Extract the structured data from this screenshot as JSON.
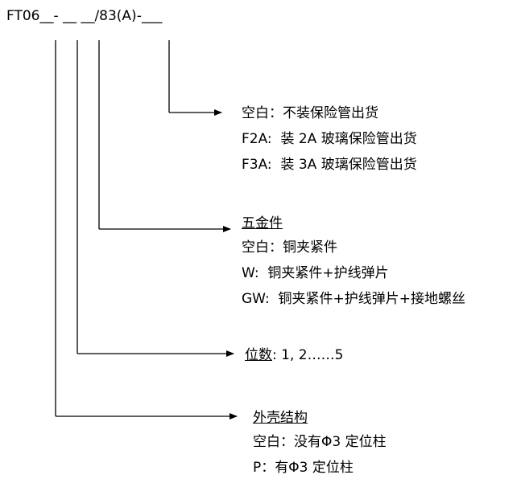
{
  "code": "FT06__- __ __/83(A)-___",
  "fuse": {
    "lines": [
      "空白：不装保险管出货",
      "F2A:  装 2A 玻璃保险管出货",
      "F3A:  装 3A 玻璃保险管出货"
    ]
  },
  "hardware": {
    "title": "五金件",
    "lines": [
      "空白：铜夹紧件",
      "W:  铜夹紧件+护线弹片",
      "GW:  铜夹紧件+护线弹片+接地螺丝"
    ]
  },
  "positions": {
    "title": "位数",
    "value": ": 1, 2……5"
  },
  "shell": {
    "title": "外壳结构",
    "lines": [
      "空白：没有Φ3 定位柱",
      "P：有Φ3 定位柱"
    ]
  }
}
